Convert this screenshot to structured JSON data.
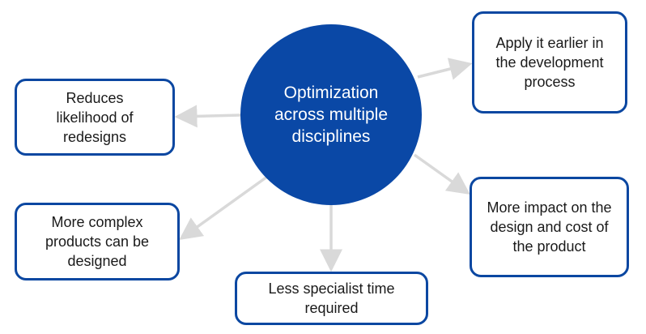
{
  "colors": {
    "hub_fill": "#0a48a6",
    "box_border": "#0b47a1",
    "arrow": "#d9d9d9",
    "text_dark": "#1a1a1a",
    "text_light": "#ffffff"
  },
  "hub": {
    "label": "Optimization across multiple disciplines"
  },
  "nodes": [
    {
      "id": "reduces",
      "label": "Reduces likelihood of redesigns"
    },
    {
      "id": "complex",
      "label": "More complex products can be designed"
    },
    {
      "id": "specialist",
      "label": "Less specialist time required"
    },
    {
      "id": "impact",
      "label": "More impact on the design and cost of the product"
    },
    {
      "id": "earlier",
      "label": "Apply it earlier in the development process"
    }
  ]
}
